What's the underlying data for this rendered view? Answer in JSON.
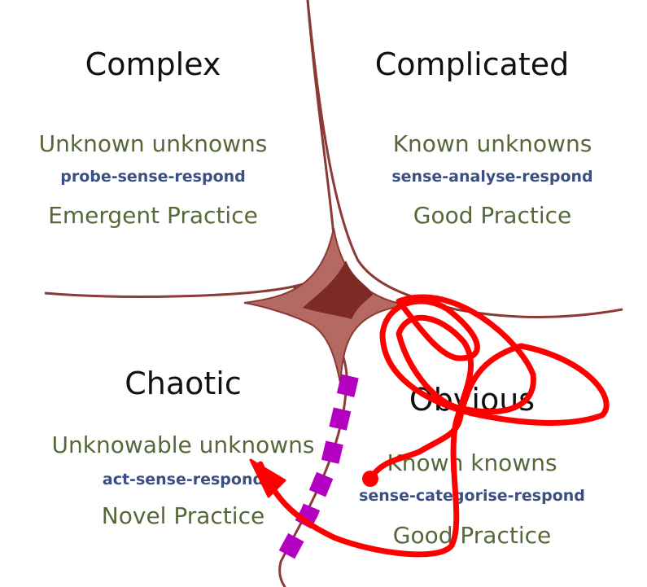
{
  "quadrants": {
    "complex": {
      "title": "Complex",
      "knowledge": "Unknown unknowns",
      "method": "probe-sense-respond",
      "practice": "Emergent Practice"
    },
    "complicated": {
      "title": "Complicated",
      "knowledge": "Known unknowns",
      "method": "sense-analyse-respond",
      "practice": "Good Practice"
    },
    "chaotic": {
      "title": "Chaotic",
      "knowledge": "Unknowable unknowns",
      "method": "act-sense-respond",
      "practice": "Novel Practice"
    },
    "obvious": {
      "title": "Obvious",
      "knowledge": "Known knowns",
      "method": "sense-categorise-respond",
      "practice": "Good Practice"
    }
  },
  "colors": {
    "boundary": "#8b3a35",
    "center": "#7e2a24",
    "knowledge_text": "#56683a",
    "method_text": "#3b4f80",
    "red_annotation": "#ff0000",
    "purple_annotation": "#b400c0"
  }
}
